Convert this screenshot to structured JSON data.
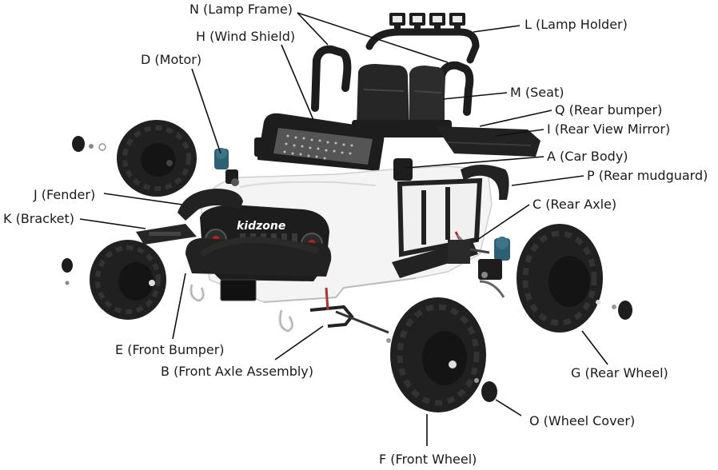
{
  "brand_logo_text": "kidzone",
  "colors": {
    "body": "#f4f4f4",
    "dark": "#1d1d1d",
    "tire": "#202020",
    "motor": "#2f5f73",
    "leader": "#111111",
    "label": "#1a1a1a"
  },
  "parts": [
    {
      "code": "N",
      "name": "Lamp Frame",
      "label": "N (Lamp Frame)"
    },
    {
      "code": "L",
      "name": "Lamp Holder",
      "label": "L (Lamp Holder)"
    },
    {
      "code": "H",
      "name": "Wind Shield",
      "label": "H (Wind Shield)"
    },
    {
      "code": "D",
      "name": "Motor",
      "label": "D (Motor)"
    },
    {
      "code": "M",
      "name": "Seat",
      "label": "M (Seat)"
    },
    {
      "code": "Q",
      "name": "Rear bumper",
      "label": "Q (Rear bumper)"
    },
    {
      "code": "I",
      "name": "Rear View Mirror",
      "label": "I (Rear View Mirror)"
    },
    {
      "code": "A",
      "name": "Car Body",
      "label": "A (Car Body)"
    },
    {
      "code": "P",
      "name": "Rear mudguard",
      "label": "P (Rear mudguard)"
    },
    {
      "code": "J",
      "name": "Fender",
      "label": "J (Fender)"
    },
    {
      "code": "K",
      "name": "Bracket",
      "label": "K (Bracket)"
    },
    {
      "code": "C",
      "name": "Rear Axle",
      "label": "C (Rear Axle)"
    },
    {
      "code": "E",
      "name": "Front Bumper",
      "label": "E (Front Bumper)"
    },
    {
      "code": "B",
      "name": "Front Axle Assembly",
      "label": "B (Front Axle Assembly)"
    },
    {
      "code": "G",
      "name": "Rear Wheel",
      "label": "G (Rear Wheel)"
    },
    {
      "code": "O",
      "name": "Wheel Cover",
      "label": "O (Wheel Cover)"
    },
    {
      "code": "F",
      "name": "Front Wheel",
      "label": "F (Front Wheel)"
    }
  ]
}
